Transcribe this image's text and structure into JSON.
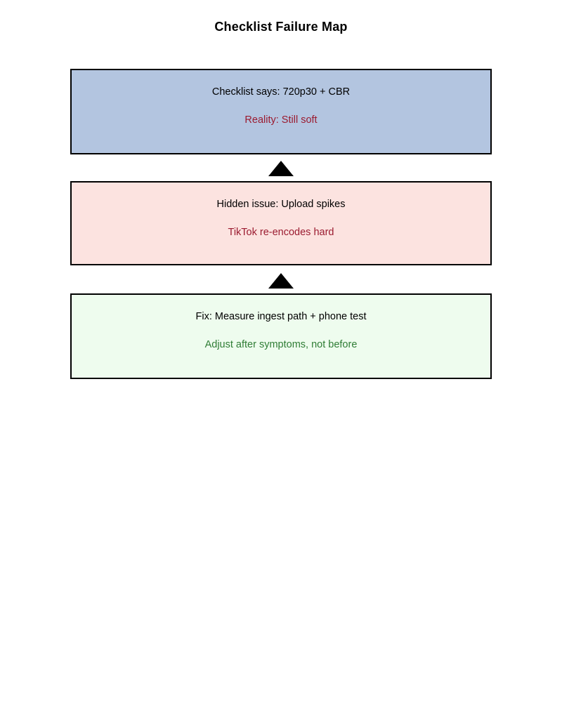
{
  "diagram": {
    "title": "Checklist Failure Map",
    "type": "flow",
    "colors": {
      "border": "#000000",
      "arrow": "#000000",
      "node_primary_fill": "#b3c5e0",
      "node_issue_fill": "#fce3e0",
      "node_fix_fill": "#eefcee",
      "text_primary": "#000000",
      "text_red": "#9b1b30",
      "text_green": "#2f7d35"
    },
    "nodes": [
      {
        "id": "checklist",
        "main": "Checklist says: 720p30 + CBR",
        "sub": "Reality: Still soft",
        "fill": "#b3c5e0",
        "sub_color": "#9b1b30"
      },
      {
        "id": "hidden-issue",
        "main": "Hidden issue: Upload spikes",
        "sub": "TikTok re-encodes hard",
        "fill": "#fce3e0",
        "sub_color": "#9b1b30"
      },
      {
        "id": "fix",
        "main": "Fix: Measure ingest path + phone test",
        "sub": "Adjust after symptoms, not before",
        "fill": "#eefcee",
        "sub_color": "#2f7d35"
      }
    ],
    "arrows": [
      {
        "id": "arrow-issue-to-checklist",
        "direction": "up",
        "from": "hidden-issue",
        "to": "checklist"
      },
      {
        "id": "arrow-fix-to-issue",
        "direction": "up",
        "from": "fix",
        "to": "hidden-issue"
      }
    ]
  }
}
